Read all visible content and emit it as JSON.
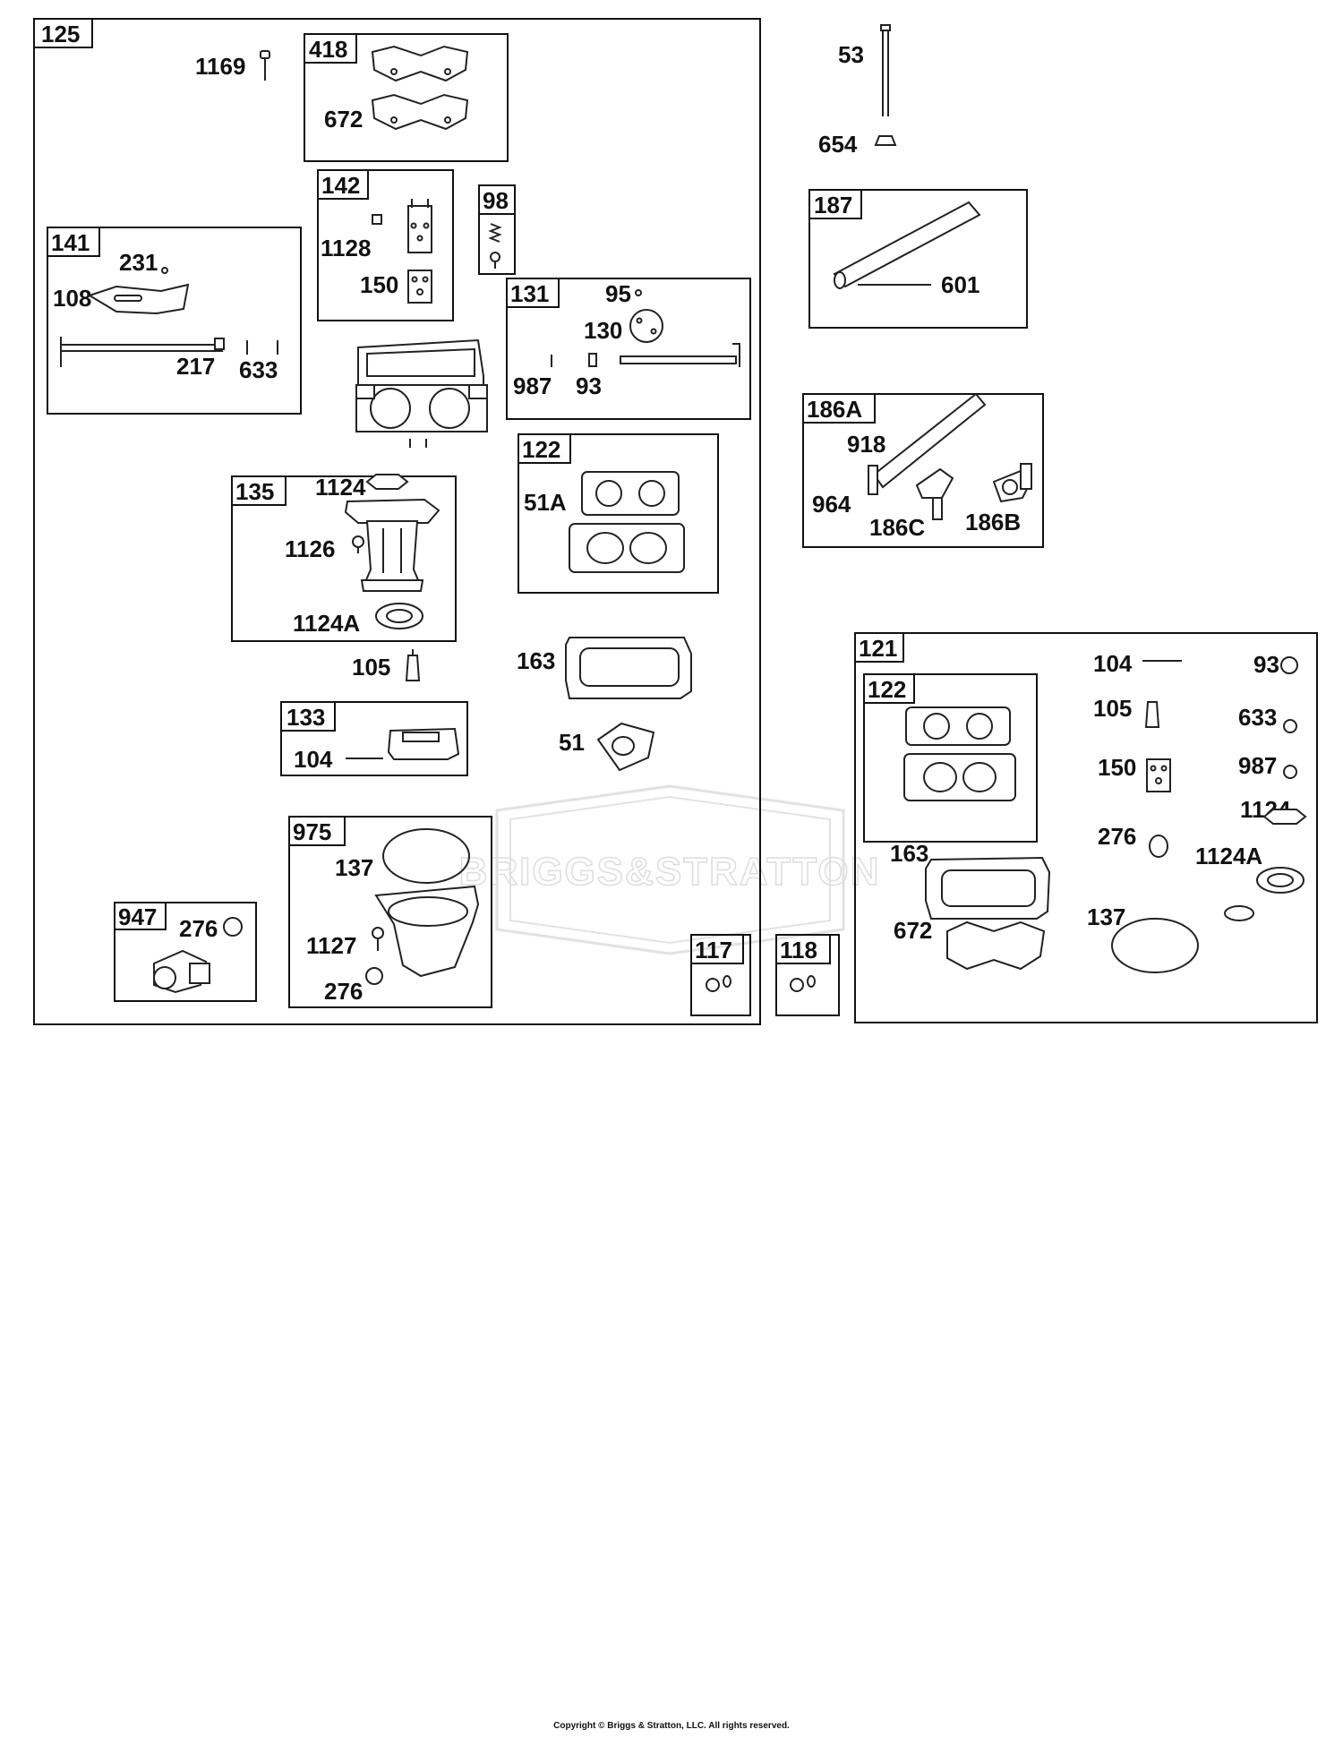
{
  "watermark": "BRIGGS&STRATTON",
  "copyright": "Copyright © Briggs & Stratton, LLC. All rights reserved.",
  "boxes": {
    "b125": "125",
    "b418": "418",
    "b142": "142",
    "b98": "98",
    "b141": "141",
    "b131": "131",
    "b135": "135",
    "b122a": "122",
    "b133": "133",
    "b975": "975",
    "b947": "947",
    "b117": "117",
    "b118": "118",
    "b187": "187",
    "b186a": "186A",
    "b121": "121",
    "b122b": "122"
  },
  "labels": {
    "p1169": "1169",
    "p672a": "672",
    "p1128": "1128",
    "p150a": "150",
    "p231": "231",
    "p108": "108",
    "p217": "217",
    "p633a": "633",
    "p95": "95",
    "p130": "130",
    "p987a": "987",
    "p93a": "93",
    "p1124a": "1124",
    "p1126": "1126",
    "p1124Aa": "1124A",
    "p51A": "51A",
    "p105a": "105",
    "p163a": "163",
    "p51": "51",
    "p104a": "104",
    "p137a": "137",
    "p1127": "1127",
    "p276a": "276",
    "p276b": "276",
    "p53": "53",
    "p654": "654",
    "p601": "601",
    "p918": "918",
    "p964": "964",
    "p186C": "186C",
    "p186B": "186B",
    "p104b": "104",
    "p93b": "93",
    "p105b": "105",
    "p633b": "633",
    "p150b": "150",
    "p987b": "987",
    "p1124b": "1124",
    "p276c": "276",
    "p1124Ab": "1124A",
    "p163b": "163",
    "p672b": "672",
    "p137b": "137"
  }
}
